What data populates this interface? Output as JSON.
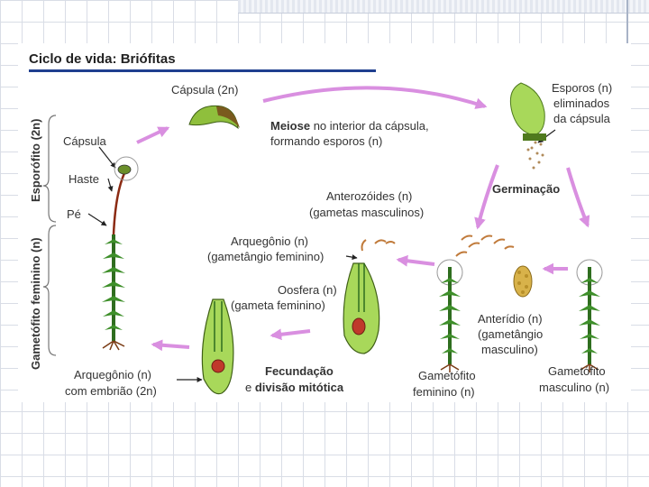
{
  "title": "Ciclo de vida: Briófitas",
  "side_labels": {
    "sporophyte": "Esporófito (2n)",
    "gametophyte": "Gametófito feminino (n)"
  },
  "labels": {
    "capsula_2n": "Cápsula (2n)",
    "meiose_bold": "Meiose",
    "meiose_line1_rest": " no interior da cápsula,",
    "meiose_line2": "formando esporos (n)",
    "esporos_line1": "Esporos (n)",
    "esporos_line2": "eliminados",
    "esporos_line3": "da cápsula",
    "capsula": "Cápsula",
    "haste": "Haste",
    "pe": "Pé",
    "germinacao": "Germinação",
    "anterozoides_line1": "Anterozóides (n)",
    "anterozoides_line2": "(gametas masculinos)",
    "arquegonio_line1": "Arquegônio (n)",
    "arquegonio_line2": "(gametângio feminino)",
    "oosfera_line1": "Oosfera (n)",
    "oosfera_line2": "(gameta feminino)",
    "anteridio_line1": "Anterídio (n)",
    "anteridio_line2": "(gametângio",
    "anteridio_line3": "masculino)",
    "arquegonio_embriao_line1": "Arquegônio (n)",
    "arquegonio_embriao_line2": "com embrião (2n)",
    "fecundacao_line1": "Fecundação",
    "fecundacao_e": "e ",
    "fecundacao_line2": "divisão mitótica",
    "gam_fem_line1": "Gametófito",
    "gam_fem_line2": "feminino (n)",
    "gam_masc_line1": "Gametófito",
    "gam_masc_line2": "masculino (n)"
  },
  "colors": {
    "arrow": "#d98fe0",
    "title_rule": "#1f3f8f",
    "leaf": "#3e8f2a",
    "capsule": "#9ccf45",
    "seta": "#8b2a12"
  }
}
